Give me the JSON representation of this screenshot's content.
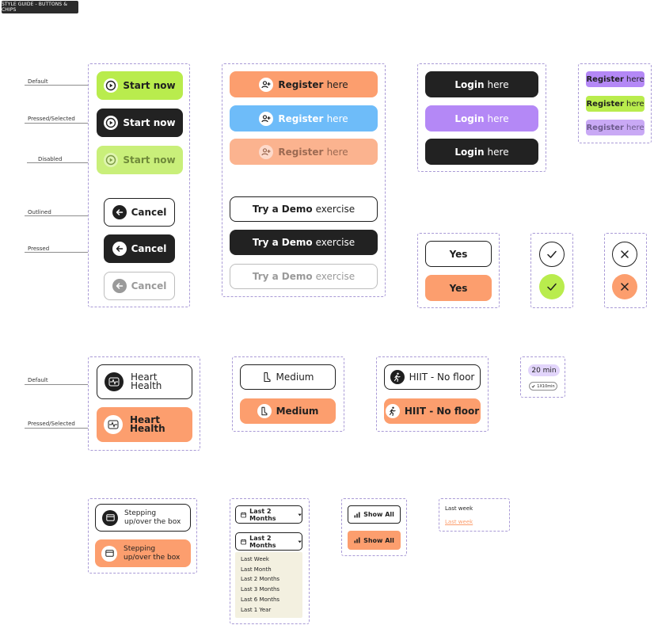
{
  "tag": "STYLE GUIDE - BUTTONS & CHIPS",
  "states": {
    "default": "Default",
    "pressed_selected": "Pressed/Selected",
    "disabled": "Disabled",
    "outlined": "Outlined",
    "pressed": "Pressed",
    "default2": "Default",
    "pressed_selected2": "Pressed/Selected"
  },
  "start_now": "Start now",
  "cancel": "Cancel",
  "register": {
    "bold": "Register",
    "rest": "here"
  },
  "login": {
    "bold": "Login",
    "rest": "here"
  },
  "demo": {
    "pre": "Try a",
    "bold": "Demo",
    "rest": "exercise"
  },
  "yes": "Yes",
  "heart_health": {
    "line1": "Heart",
    "line2": "Health"
  },
  "medium": "Medium",
  "hiit": "HIIT - No floor",
  "duration": {
    "chip": "20 min",
    "small": "1X10min"
  },
  "stepping": {
    "line1": "Stepping",
    "line2": "up/over the box"
  },
  "dropdown": {
    "label": "Last 2 Months",
    "options": [
      "Last Week",
      "Last Month",
      "Last 2 Months",
      "Last 3 Months",
      "Last 6 Months",
      "Last 1 Year"
    ]
  },
  "show_all": "Show All",
  "week_list": [
    "Last week",
    "Last week"
  ],
  "colors": {
    "lime": "#b9ec4d",
    "lime_disabled": "#c9ef7a",
    "dark": "#222222",
    "orange": "#fc9e6e",
    "orange_disabled": "#fbb38f",
    "blue": "#6ebcf9",
    "purple": "#b488f6",
    "purple_light": "#c9a9f5",
    "lavender": "#e2d5fb",
    "dash": "#a99ad6"
  },
  "icons": [
    "play-icon",
    "arrow-left-icon",
    "add-user-icon",
    "check-icon",
    "close-icon",
    "heart-rate-icon",
    "footprint-icon",
    "running-icon",
    "box-icon",
    "calendar-icon",
    "chevron-down-icon",
    "bar-chart-icon"
  ]
}
